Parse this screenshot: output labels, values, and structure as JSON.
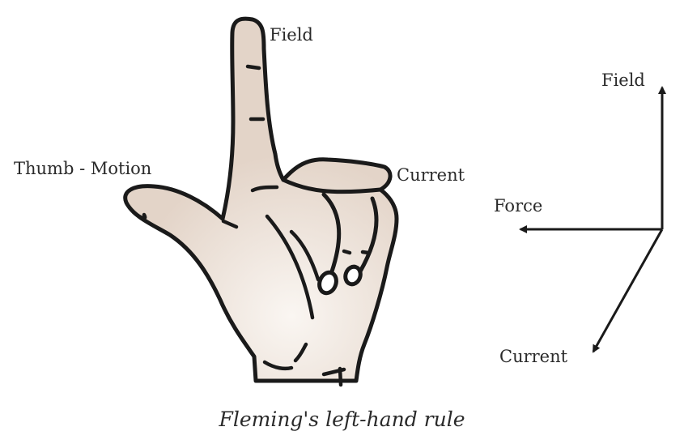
{
  "diagram": {
    "title": "Fleming's left-hand rule",
    "hand_labels": {
      "field": "Field",
      "thumb": "Thumb - Motion",
      "current": "Current"
    },
    "axes_labels": {
      "field": "Field",
      "force": "Force",
      "current": "Current"
    },
    "colors": {
      "skin": "#e6d8ce",
      "skin_highlight": "#faf5f1",
      "outline": "#1a1a1a",
      "text": "#2a2a2a"
    }
  }
}
